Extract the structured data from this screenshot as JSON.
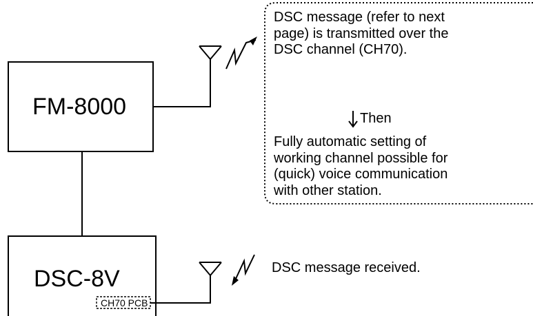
{
  "diagram": {
    "transmitter": {
      "label": "FM-8000"
    },
    "receiver": {
      "label": "DSC-8V",
      "module_label": "CH70 PCB"
    },
    "transmit_note": {
      "lines_before": [
        "DSC message (refer to next",
        "page) is transmitted over the",
        "DSC channel (CH70)."
      ],
      "then_label": "Then",
      "lines_after": [
        "Fully automatic setting of",
        "working channel possible for",
        "(quick) voice communication",
        "with other station."
      ]
    },
    "receive_note": "DSC message received."
  }
}
